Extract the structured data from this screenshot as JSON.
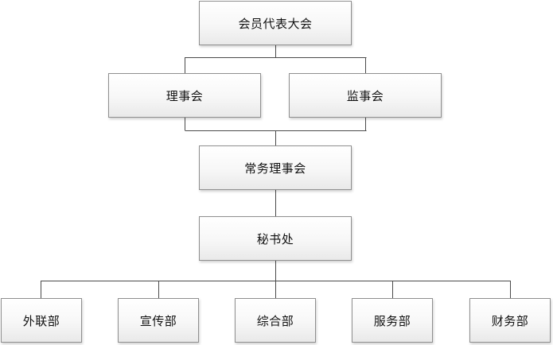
{
  "diagram": {
    "root": "会员代表大会",
    "council": "理事会",
    "supervisors": "监事会",
    "standing_council": "常务理事会",
    "secretariat": "秘书处",
    "departments": [
      "外联部",
      "宣传部",
      "综合部",
      "服务部",
      "财务部"
    ]
  },
  "style": {
    "line_color": "#4a4a4a",
    "box_border": "#8f8f8f"
  }
}
